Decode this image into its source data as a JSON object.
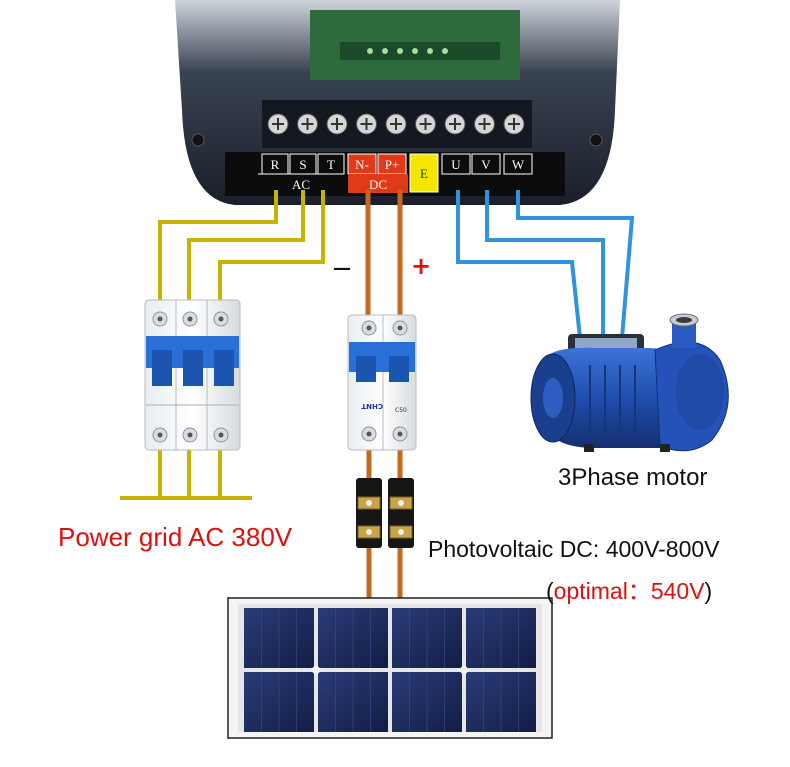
{
  "inverter": {
    "terminals": [
      "R",
      "S",
      "T",
      "N-",
      "P+",
      "E",
      "U",
      "V",
      "W"
    ],
    "group_ac": "AC",
    "group_dc": "DC"
  },
  "polarity": {
    "negative": "−",
    "positive": "+"
  },
  "labels": {
    "power_grid": "Power grid AC 380V",
    "motor": "3Phase motor",
    "photovoltaic": "Photovoltaic DC: 400V-800V",
    "optimal_open": "(",
    "optimal_text": "optimal：540V",
    "optimal_close": ")"
  },
  "breaker_dc": {
    "rating": "C50",
    "brand": "CHNT"
  },
  "colors": {
    "ac_wire": "#c8b400",
    "dc_wire": "#c46a1c",
    "motor_wire": "#2f93e0",
    "dc_band": "#e03a1a",
    "earth": "#f5e600",
    "inverter_body": "#1e2430",
    "label_red": "#e01010",
    "breaker_blue": "#2a6fd6",
    "motor_blue": "#1f4fae",
    "solar_cell": "#1a2a5a"
  }
}
